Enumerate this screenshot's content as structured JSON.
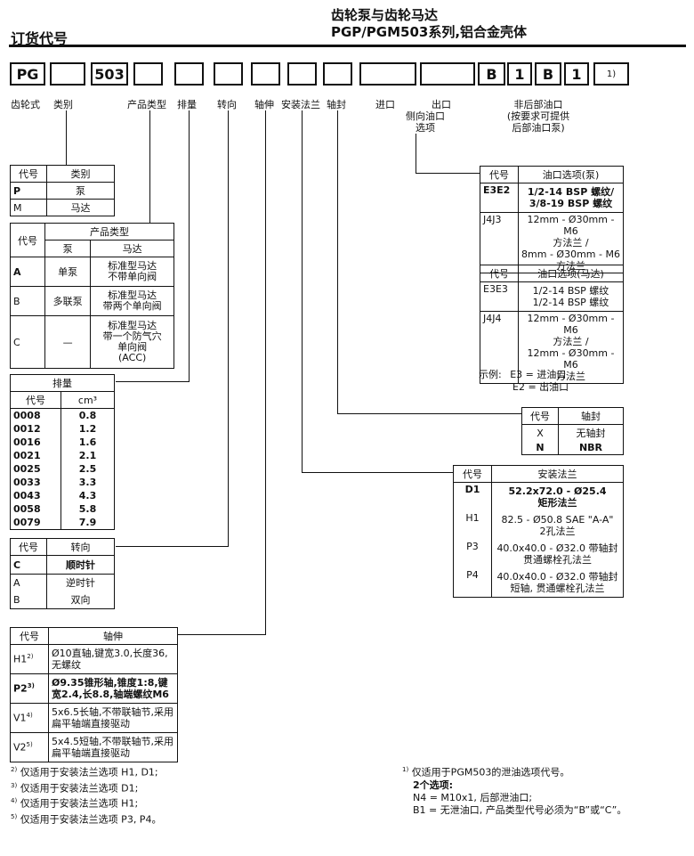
{
  "header": {
    "left_title": "订货代号",
    "right_title_1": "齿轮泵与齿轮马达",
    "right_title_2": "PGP/PGM503系列,铝合金壳体"
  },
  "code_boxes": [
    "PG",
    "",
    "503",
    "",
    "",
    "",
    "",
    "",
    "",
    "",
    "",
    "B",
    "1",
    "B",
    "1"
  ],
  "code_footnote": "1)",
  "code_labels": {
    "gear": "齿轮式",
    "category": "类别",
    "product_type": "产品类型",
    "displacement": "排量",
    "rotation": "转向",
    "shaft": "轴伸",
    "flange": "安装法兰",
    "seal": "轴封",
    "inlet": "进口",
    "outlet": "出口",
    "side_port_1": "侧向油口",
    "side_port_2": "选项",
    "no_rear_1": "非后部油口",
    "no_rear_2": "(按要求可提供",
    "no_rear_3": "后部油口泵)"
  },
  "category_table": {
    "h_code": "代号",
    "h_cat": "类别",
    "rows": [
      {
        "code": "P",
        "val": "泵"
      },
      {
        "code": "M",
        "val": "马达"
      }
    ]
  },
  "product_table": {
    "h_code": "代号",
    "h_type": "产品类型",
    "h_pump": "泵",
    "h_motor": "马达",
    "rows": [
      {
        "code": "A",
        "pump": "单泵",
        "motor": "标准型马达\n不带单向阀"
      },
      {
        "code": "B",
        "pump": "多联泵",
        "motor": "标准型马达\n带两个单向阀"
      },
      {
        "code": "C",
        "pump": "—",
        "motor": "标准型马达\n带一个防气穴\n单向阀\n(ACC)"
      }
    ]
  },
  "displacement_table": {
    "h_title": "排量",
    "h_code": "代号",
    "h_unit": "cm³",
    "rows": [
      {
        "code": "0008",
        "val": "0.8"
      },
      {
        "code": "0012",
        "val": "1.2"
      },
      {
        "code": "0016",
        "val": "1.6"
      },
      {
        "code": "0021",
        "val": "2.1"
      },
      {
        "code": "0025",
        "val": "2.5"
      },
      {
        "code": "0033",
        "val": "3.3"
      },
      {
        "code": "0043",
        "val": "4.3"
      },
      {
        "code": "0058",
        "val": "5.8"
      },
      {
        "code": "0079",
        "val": "7.9"
      }
    ]
  },
  "rotation_table": {
    "h_code": "代号",
    "h_rot": "转向",
    "rows": [
      {
        "code": "C",
        "val": "顺时针"
      },
      {
        "code": "A",
        "val": "逆时针"
      },
      {
        "code": "B",
        "val": "双向"
      }
    ]
  },
  "shaft_table": {
    "h_code": "代号",
    "h_shaft": "轴伸",
    "rows": [
      {
        "code": "H1",
        "sup": "2)",
        "val": "Ø10直轴,键宽3.0,长度36,\n无螺纹"
      },
      {
        "code": "P2",
        "sup": "3)",
        "val": "Ø9.35锥形轴,锥度1:8,键\n宽2.4,长8.8,轴端螺纹M6"
      },
      {
        "code": "V1",
        "sup": "4)",
        "val": "5x6.5长轴,不带联轴节,采用\n扁平轴端直接驱动"
      },
      {
        "code": "V2",
        "sup": "5)",
        "val": "5x4.5短轴,不带联轴节,采用\n扁平轴端直接驱动"
      }
    ]
  },
  "port_pump_table": {
    "h_code": "代号",
    "h_opt": "油口选项(泵)",
    "rows": [
      {
        "code": "E3E2",
        "val": "1/2-14 BSP 螺纹/\n3/8-19 BSP 螺纹"
      },
      {
        "code": "J4J3",
        "val": "12mm - Ø30mm - M6\n方法兰 /\n8mm - Ø30mm - M6\n方法兰"
      }
    ]
  },
  "port_motor_table": {
    "h_code": "代号",
    "h_opt": "油口选项(马达)",
    "rows": [
      {
        "code": "E3E3",
        "val": "1/2-14 BSP 螺纹\n1/2-14 BSP 螺纹"
      },
      {
        "code": "J4J4",
        "val": "12mm - Ø30mm - M6\n方法兰 /\n12mm - Ø30mm - M6\n方法兰"
      }
    ]
  },
  "port_example": {
    "label": "示例:",
    "line1": "E3 = 进油口",
    "line2": "E2 = 出油口"
  },
  "seal_table": {
    "h_code": "代号",
    "h_seal": "轴封",
    "rows": [
      {
        "code": "X",
        "val": "无轴封"
      },
      {
        "code": "N",
        "val": "NBR"
      }
    ]
  },
  "flange_table": {
    "h_code": "代号",
    "h_flange": "安装法兰",
    "rows": [
      {
        "code": "D1",
        "val": "52.2x72.0 - Ø25.4\n矩形法兰"
      },
      {
        "code": "H1",
        "val": "82.5 - Ø50.8 SAE \"A-A\"\n2孔法兰"
      },
      {
        "code": "P3",
        "val": "40.0x40.0 - Ø32.0 带轴封\n贯通螺栓孔法兰"
      },
      {
        "code": "P4",
        "val": "40.0x40.0 - Ø32.0 带轴封\n短轴, 贯通螺栓孔法兰"
      }
    ]
  },
  "notes_left": [
    {
      "sup": "2)",
      "text": "仅适用于安装法兰选项 H1, D1;"
    },
    {
      "sup": "3)",
      "text": "仅适用于安装法兰选项 D1;"
    },
    {
      "sup": "4)",
      "text": "仅适用于安装法兰选项 H1;"
    },
    {
      "sup": "5)",
      "text": "仅适用于安装法兰选项 P3, P4。"
    }
  ],
  "notes_right": {
    "sup": "1)",
    "line1": "仅适用于PGM503的泄油选项代号。",
    "line2": "2个选项:",
    "line3": "N4 = M10x1, 后部泄油口;",
    "line4": "B1 = 无泄油口, 产品类型代号必须为“B”或“C”。"
  }
}
